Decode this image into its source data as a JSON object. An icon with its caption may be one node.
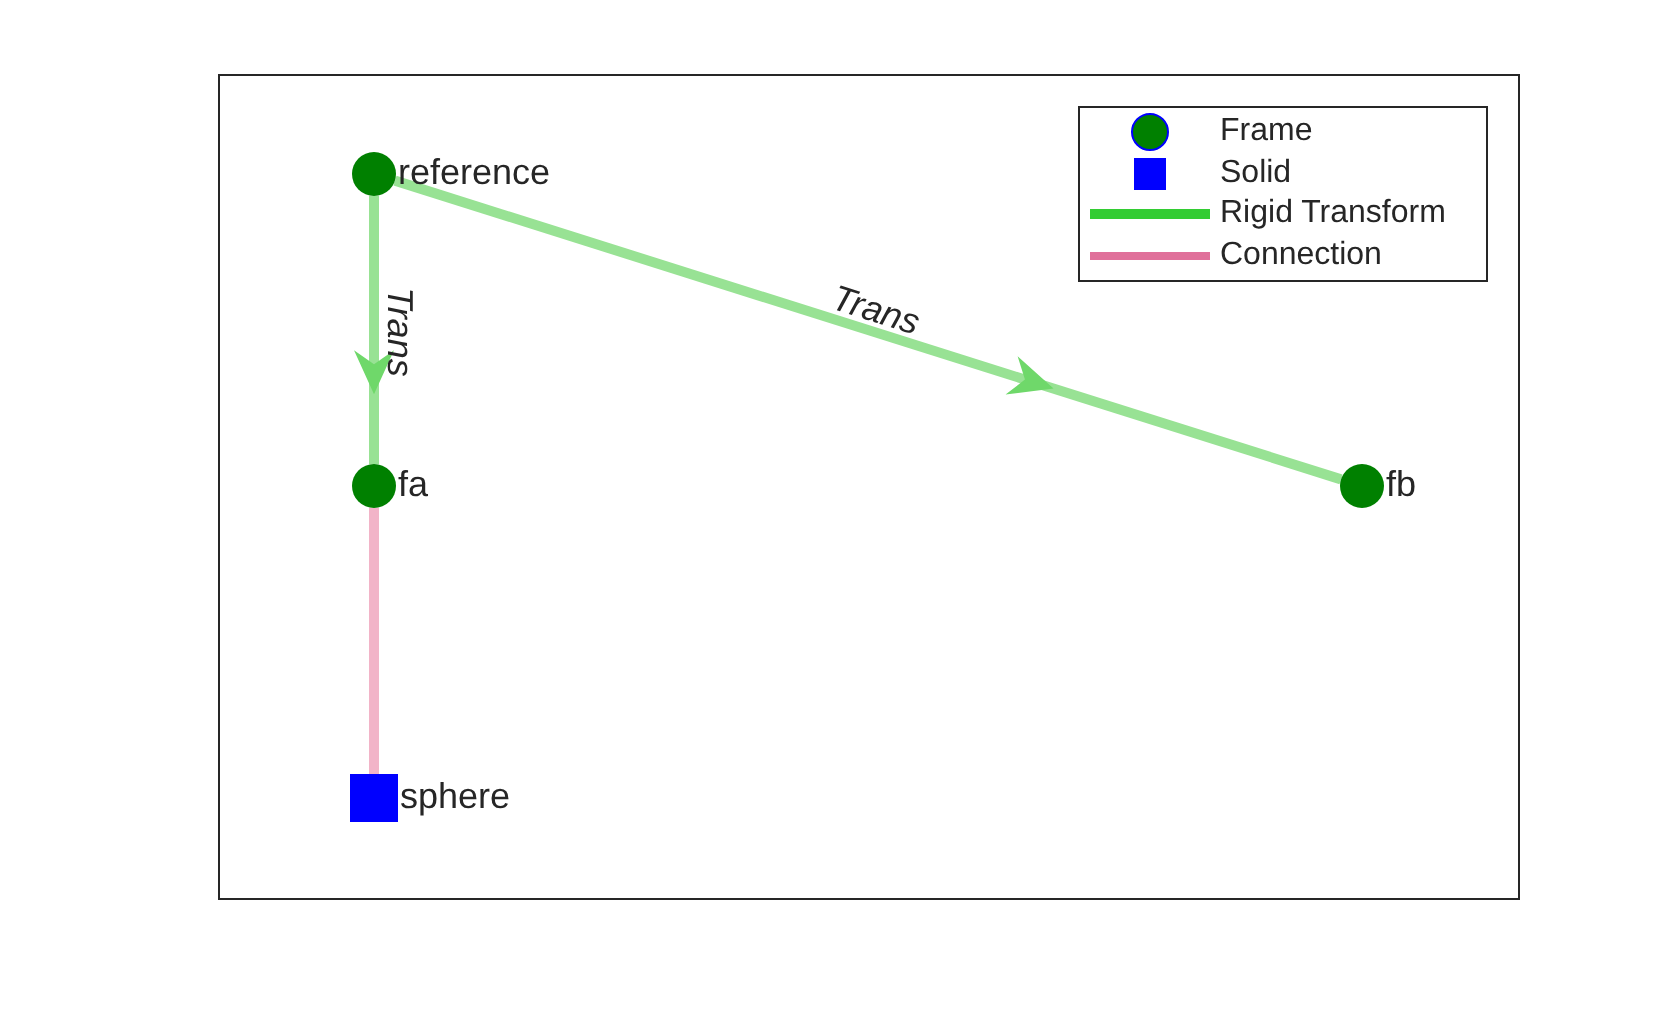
{
  "diagram": {
    "nodes": [
      {
        "text": [],
        "shape": "circle",
        "beside": [
          "reference"
        ]
      },
      {
        "text": [],
        "shape": "circle",
        "beside": [
          "fa"
        ]
      },
      {
        "text": [],
        "shape": "circle",
        "beside": [
          "fb"
        ]
      },
      {
        "text": [],
        "shape": "box",
        "beside": [
          "sphere"
        ]
      }
    ],
    "edges": [
      {
        "from": 0,
        "to": 1,
        "arrow": "to",
        "label": "Trans"
      },
      {
        "from": 0,
        "to": 2,
        "arrow": "to",
        "label": "Trans"
      },
      {
        "from": 1,
        "to": 3,
        "arrow": "none",
        "color": "#f2b4c8"
      }
    ],
    "legend": [
      {
        "text": "Frame"
      },
      {
        "text": "Solid"
      },
      {
        "text": "Rigid Transform"
      },
      {
        "text": "Connection"
      }
    ]
  }
}
